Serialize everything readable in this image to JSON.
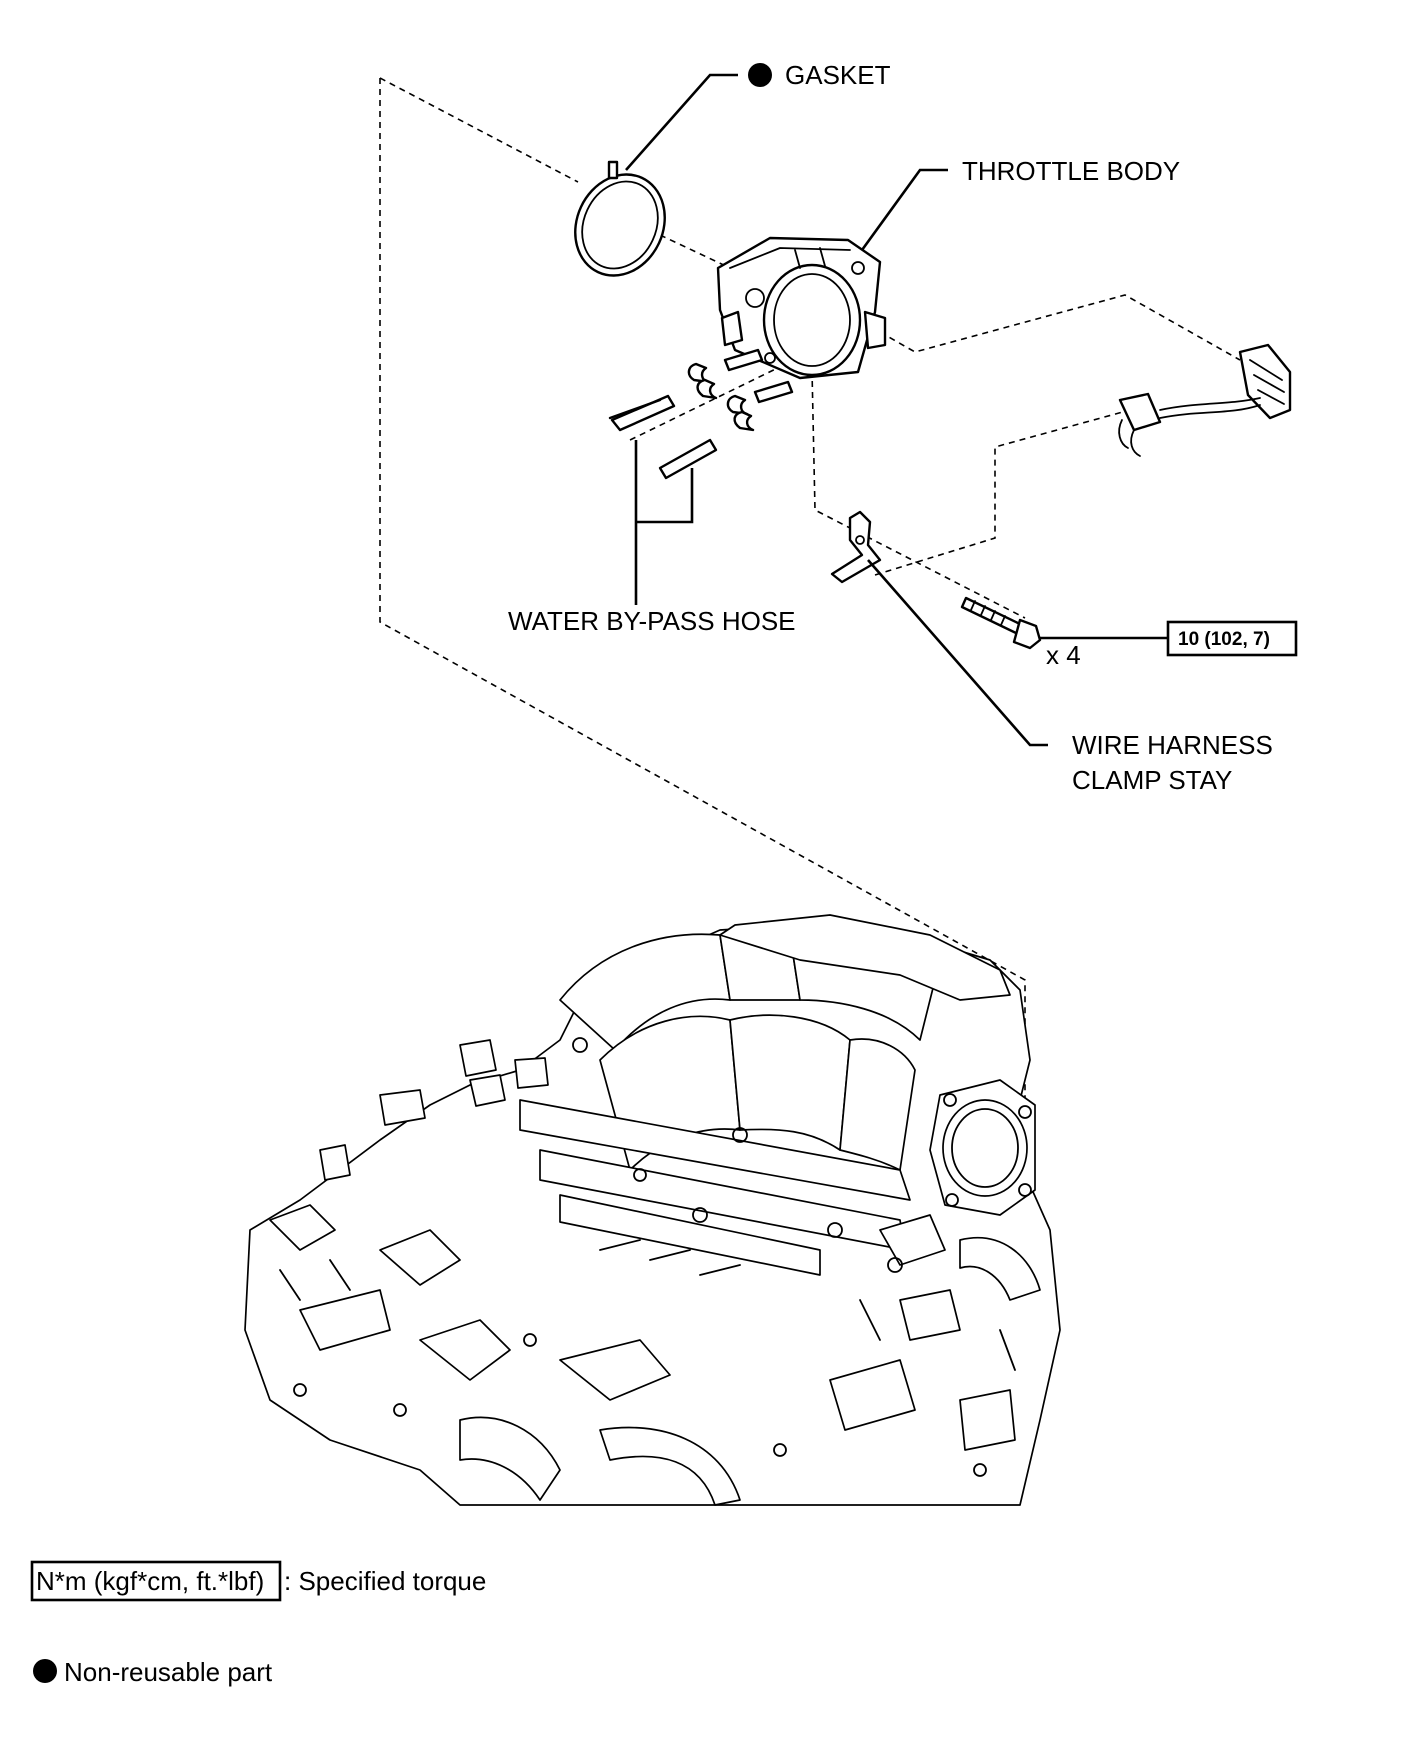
{
  "labels": {
    "gasket": "GASKET",
    "throttle_body": "THROTTLE BODY",
    "water_bypass_hose": "WATER BY-PASS HOSE",
    "bolt_qty": "x 4",
    "torque_value": "10 (102, 7)",
    "wire_harness_line1": "WIRE HARNESS",
    "wire_harness_line2": "CLAMP STAY"
  },
  "legend": {
    "torque_unit": "N*m (kgf*cm, ft.*lbf)",
    "torque_desc": ": Specified torque",
    "nonreusable": "Non-reusable part"
  },
  "icons": {
    "non_reusable_marker": "filled-circle-icon"
  }
}
